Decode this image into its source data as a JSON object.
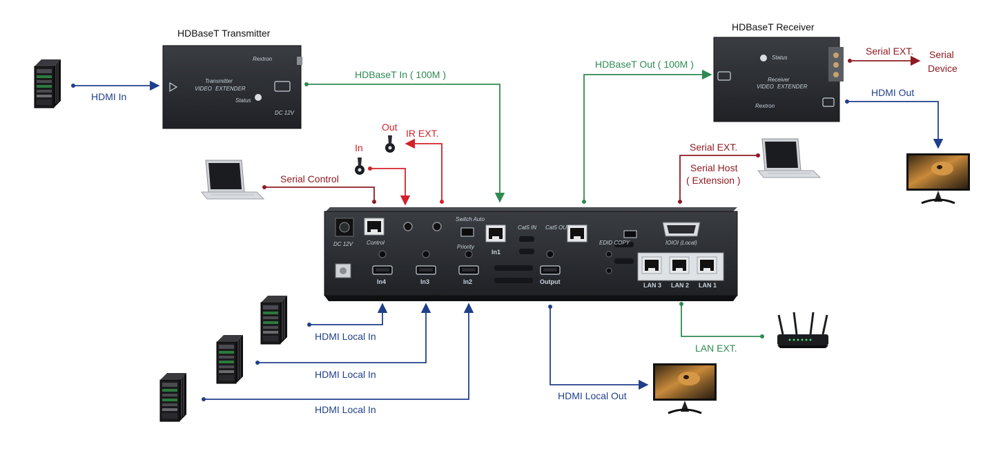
{
  "colors": {
    "blue": "#1f3f8a",
    "green": "#2e8a52",
    "red": "#d4202a",
    "maroon": "#8e1a22",
    "device_body": "#2a2c30",
    "panel_label": "#c9d2dc"
  },
  "devices": {
    "transmitter": {
      "title": "HDBaseT Transmitter",
      "face_line1": "Transmitter",
      "face_line2": "VIDEO",
      "face_line3": "EXTENDER",
      "brand": "Rextron",
      "status": "Status",
      "power": "DC 12V"
    },
    "receiver": {
      "title": "HDBaseT Receiver",
      "face_line1": "Receiver",
      "face_line2": "VIDEO",
      "face_line3": "EXTENDER",
      "brand": "Rextron",
      "status": "Status"
    },
    "switcher": {
      "power": "DC 12V",
      "control": "Control",
      "in4": "In4",
      "in3": "In3",
      "in2": "In2",
      "in1": "In1",
      "cat5_in": "Cat5 IN",
      "cat5_out": "Cat5 OUT",
      "output": "Output",
      "switch_auto": "Switch Auto",
      "priority": "Priority",
      "lan3": "LAN 3",
      "lan2": "LAN 2",
      "lan1": "LAN 1",
      "edid": "EDID COPY",
      "serial_port": "IOIOI (Local)"
    }
  },
  "connections": {
    "hdmi_in": "HDMI In",
    "hdbaset_in": "HDBaseT In ( 100M )",
    "hdbaset_out": "HDBaseT Out ( 100M )",
    "serial_ext_top": "Serial EXT.",
    "serial_device": [
      "Serial",
      "Device"
    ],
    "hdmi_out": "HDMI Out",
    "ir_out": "Out",
    "ir_ext": "IR EXT.",
    "ir_in": "In",
    "serial_control": "Serial Control",
    "serial_ext_right": "Serial EXT.",
    "serial_host": [
      "Serial Host",
      "( Extension )"
    ],
    "hdmi_local_in_1": "HDMI Local In",
    "hdmi_local_in_2": "HDMI Local In",
    "hdmi_local_in_3": "HDMI Local In",
    "hdmi_local_out": "HDMI Local Out",
    "lan_ext": "LAN EXT."
  }
}
